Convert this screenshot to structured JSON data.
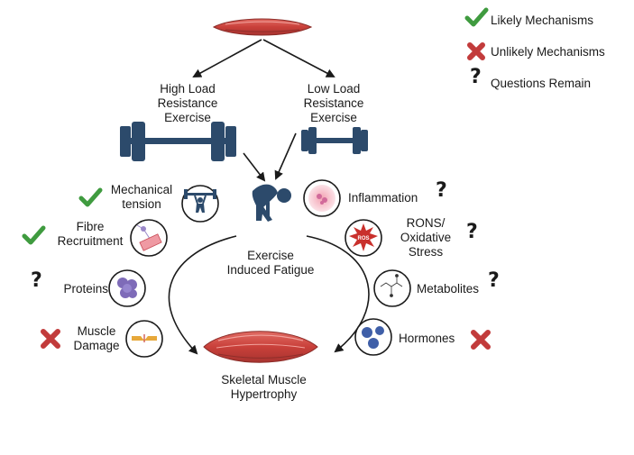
{
  "legend": {
    "likely": "Likely Mechanisms",
    "unlikely": "Unlikely Mechanisms",
    "questions": "Questions Remain"
  },
  "exercise": {
    "high_load": [
      "High Load",
      "Resistance",
      "Exercise"
    ],
    "low_load": [
      "Low Load",
      "Resistance",
      "Exercise"
    ]
  },
  "center": {
    "fatigue": [
      "Exercise",
      "Induced Fatigue"
    ],
    "hypertrophy": [
      "Skeletal Muscle",
      "Hypertrophy"
    ]
  },
  "left_mechanisms": [
    {
      "label": [
        "Mechanical",
        "tension"
      ],
      "status": "likely"
    },
    {
      "label": [
        "Fibre",
        "Recruitment"
      ],
      "status": "likely"
    },
    {
      "label": [
        "Proteins"
      ],
      "status": "question"
    },
    {
      "label": [
        "Muscle",
        "Damage"
      ],
      "status": "unlikely"
    }
  ],
  "right_mechanisms": [
    {
      "label": [
        "Inflammation"
      ],
      "status": "question"
    },
    {
      "label": [
        "RONS/",
        "Oxidative",
        "Stress"
      ],
      "status": "question",
      "badge": "ROS"
    },
    {
      "label": [
        "Metabolites"
      ],
      "status": "question"
    },
    {
      "label": [
        "Hormones"
      ],
      "status": "unlikely"
    }
  ],
  "colors": {
    "check": "#3f9b3f",
    "cross": "#c23b3b",
    "navy": "#2c4a6b",
    "muscle": "#d9534f",
    "arrow": "#1a1a1a"
  },
  "icons": [
    "muscle-icon",
    "barbell-icon",
    "dumbbell-icon",
    "tired-person-icon",
    "weightlifter-icon",
    "muscle-fibre-icon",
    "protein-icon",
    "damaged-fibre-icon",
    "inflammation-cell-icon",
    "ros-burst-icon",
    "molecule-icon",
    "hormone-spheres-icon"
  ]
}
